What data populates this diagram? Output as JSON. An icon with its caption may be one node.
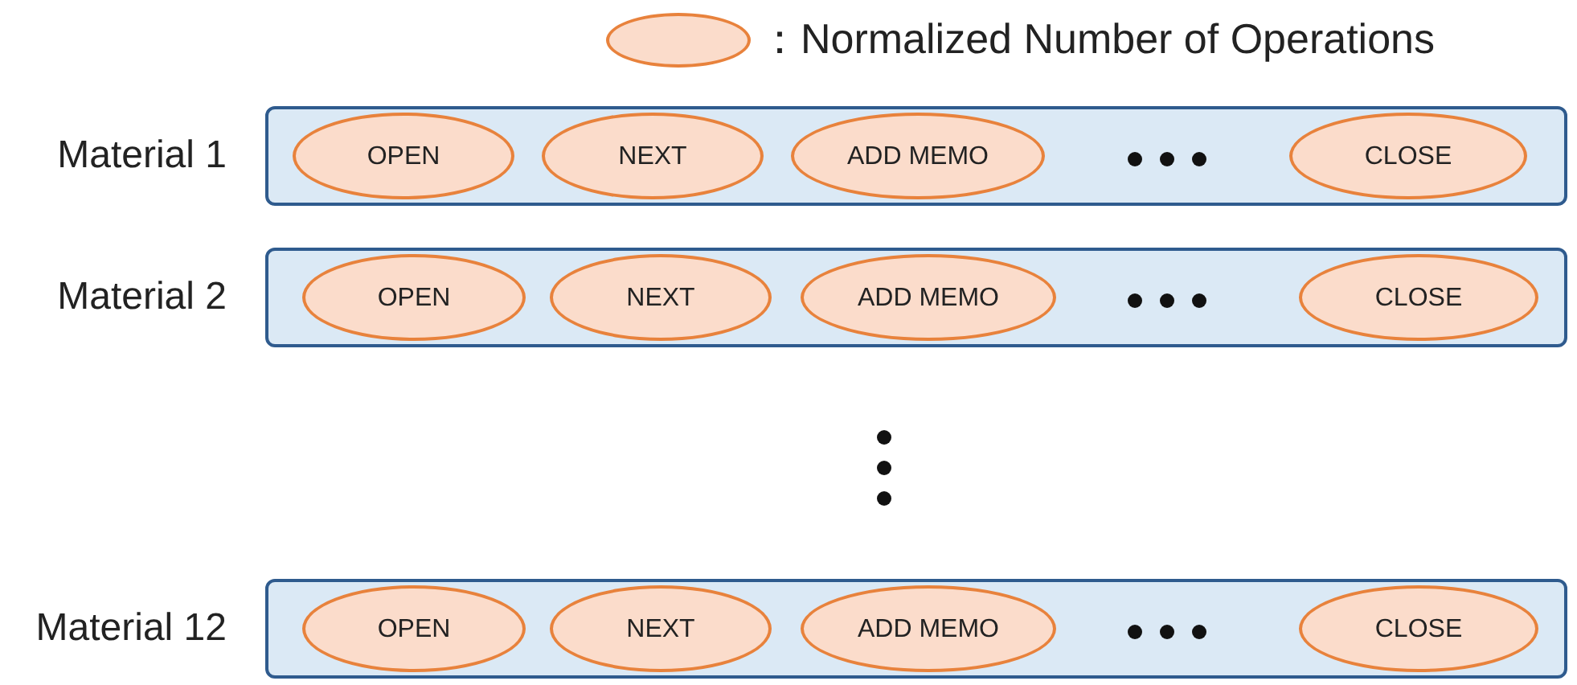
{
  "diagram": {
    "nodes": [
      {
        "text": [
          "Material 1"
        ]
      },
      {
        "text": [
          "OPEN"
        ],
        "in": 0
      },
      {
        "text": [
          "NEXT"
        ],
        "in": 0
      },
      {
        "text": [
          "ADD MEMO"
        ],
        "in": 0
      },
      {
        "text": [
          "CLOSE"
        ],
        "in": 0
      },
      {
        "text": [
          "Material 2"
        ]
      },
      {
        "text": [
          "OPEN"
        ],
        "in": 5
      },
      {
        "text": [
          "NEXT"
        ],
        "in": 5
      },
      {
        "text": [
          "ADD MEMO"
        ],
        "in": 5
      },
      {
        "text": [
          "CLOSE"
        ],
        "in": 5
      },
      {
        "text": [
          "Material 12"
        ]
      },
      {
        "text": [
          "OPEN"
        ],
        "in": 10
      },
      {
        "text": [
          "NEXT"
        ],
        "in": 10
      },
      {
        "text": [
          "ADD MEMO"
        ],
        "in": 10
      },
      {
        "text": [
          "CLOSE"
        ],
        "in": 10
      }
    ],
    "edges": [],
    "legend": [
      {
        "text": "：Normalized Number of Operations"
      }
    ]
  }
}
